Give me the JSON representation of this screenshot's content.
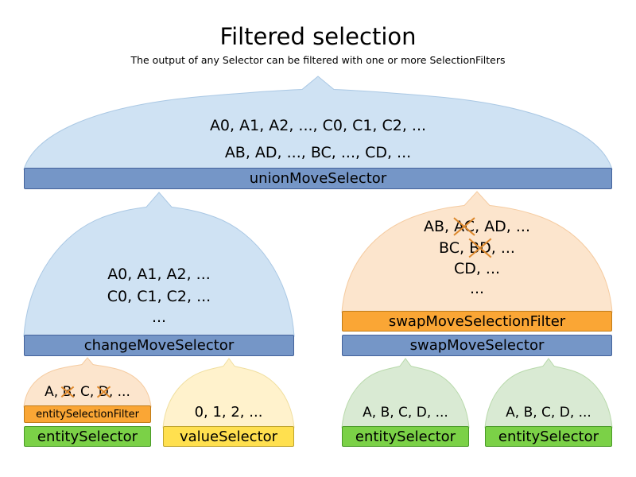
{
  "title": "Filtered selection",
  "subtitle": "The output of any Selector can be filtered with one or more SelectionFilters",
  "colors": {
    "text": "#000000",
    "funnel-blue": "#cfe2f3",
    "funnel-blue-border": "#aac8e4",
    "funnel-orange": "#fce5cd",
    "funnel-orange-border": "#f5cba0",
    "funnel-yellow": "#fff2cc",
    "funnel-yellow-border": "#f0dfa0",
    "funnel-green": "#d9ead3",
    "funnel-green-border": "#b8d9ab",
    "bar-blue": "#7596c7",
    "bar-blue-border": "#44629b",
    "bar-orange": "#faa635",
    "bar-orange-border": "#c07c18",
    "bar-green": "#7bd147",
    "bar-green-border": "#4a9a28",
    "bar-yellow": "#ffe04f",
    "bar-yellow-border": "#bfa42c",
    "cross": "#dd882c"
  },
  "union_funnel": {
    "line1": "A0, A1, A2, ..., C0, C1, C2, ...",
    "line2": "AB, AD, ..., BC, ..., CD, ...",
    "bar_label": "unionMoveSelector"
  },
  "change_funnel": {
    "line1": "A0, A1, A2, ...",
    "line2": "C0, C1, C2, ...",
    "line3": "...",
    "bar_label": "changeMoveSelector"
  },
  "swap_funnel": {
    "line1_pre": "AB, ",
    "line1_crossed": "AC",
    "line1_post": ", AD, ...",
    "line2_pre": "BC, ",
    "line2_crossed": "BD",
    "line2_post": ", ...",
    "line3": "CD, ...",
    "line4": "...",
    "filter_bar_label": "swapMoveSelectionFilter",
    "bar_label": "swapMoveSelector"
  },
  "filtered_entity_funnel": {
    "pre": "A, ",
    "crossed1": "B",
    "mid": ", C, ",
    "crossed2": "D",
    "post": ", ...",
    "filter_bar_label": "entitySelectionFilter",
    "bar_label": "entitySelector"
  },
  "value_funnel": {
    "line1": "0, 1, 2, ...",
    "bar_label": "valueSelector"
  },
  "entity_funnel_left": {
    "line1": "A, B, C, D, ...",
    "bar_label": "entitySelector"
  },
  "entity_funnel_right": {
    "line1": "A, B, C, D, ...",
    "bar_label": "entitySelector"
  }
}
